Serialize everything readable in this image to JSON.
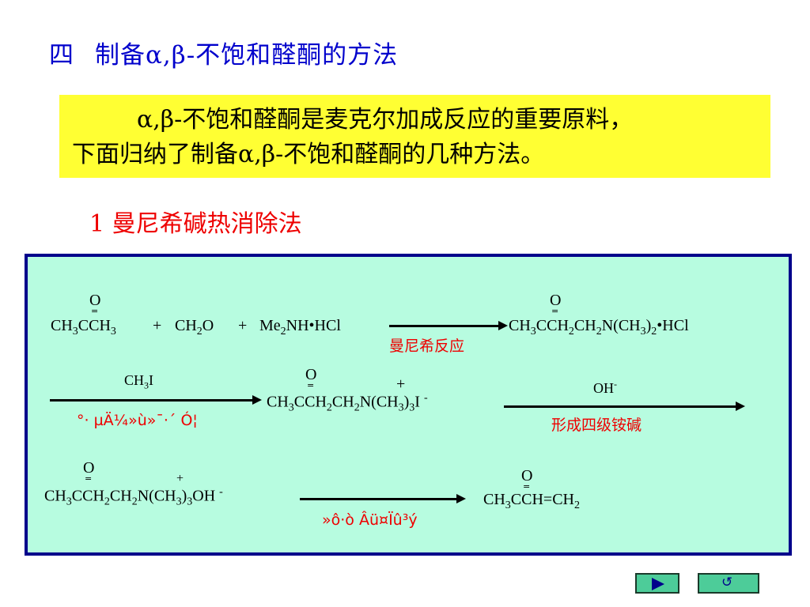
{
  "title": {
    "number": "四",
    "text": "制备α,β-不饱和醛酮的方法"
  },
  "intro": {
    "line1": "α,β-不饱和醛酮是麦克尔加成反应的重要原料，",
    "line2": "下面归纳了制备α,β-不饱和醛酮的几种方法。"
  },
  "section": {
    "label": "1 曼尼希碱热消除法"
  },
  "reaction1": {
    "oxygen_left": "O",
    "reactant_a": "CH3CCH3",
    "plus1": "+",
    "reactant_b": "CH2O",
    "plus2": "+",
    "reactant_c": "Me2NH·HCl",
    "arrow_label": "曼尼希反应",
    "oxygen_right": "O",
    "product": "CH3CCH2CH2N(CH3)2·HCl"
  },
  "reaction2": {
    "reagent": "CH3I",
    "arrow_label_garbled": "°· µÄ¼»ù»¯·´ Ó¦",
    "oxygen": "O",
    "charge": "+",
    "intermediate": "CH3CCH2CH2N(CH3)3I -",
    "reagent2": "OH-",
    "arrow_label2": "形成四级铵碱"
  },
  "reaction3": {
    "oxygen": "O",
    "charge": "+",
    "reactant": "CH3CCH2CH2N(CH3)3OH -",
    "arrow_label_garbled": "»ô·ò Âü¤Ïû³ý",
    "oxygen_product": "O",
    "product": "CH3CCH=CH2"
  },
  "nav": {
    "next_icon": "play-icon",
    "return_icon": "return-icon"
  },
  "colors": {
    "title": "#0000cc",
    "highlight": "#ffff33",
    "panel": "#b7fce0",
    "panel_border": "#00008b",
    "red": "#ee0000"
  }
}
